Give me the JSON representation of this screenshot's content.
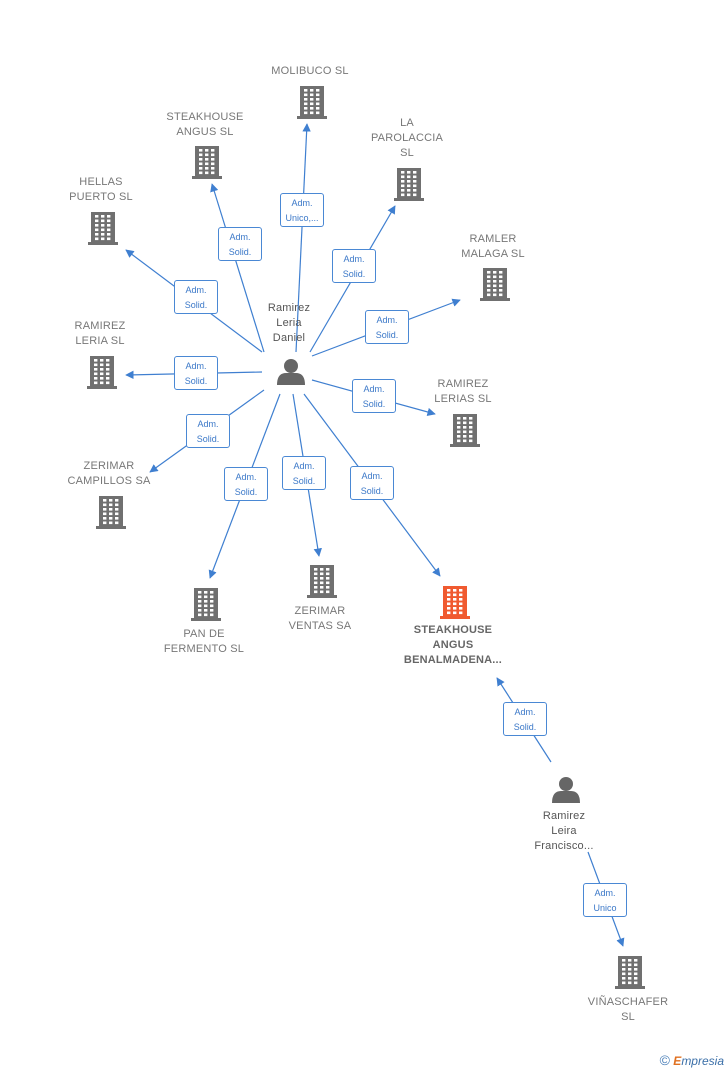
{
  "companies": [
    {
      "id": "molibuco",
      "label": "MOLIBUCO  SL"
    },
    {
      "id": "steakhouse-angus",
      "label": "STEAKHOUSE\nANGUS  SL"
    },
    {
      "id": "la-parolaccia",
      "label": "LA\nPAROLACCIA\nSL"
    },
    {
      "id": "hellas-puerto",
      "label": "HELLAS\nPUERTO SL"
    },
    {
      "id": "ramler-malaga",
      "label": "RAMLER\nMALAGA  SL"
    },
    {
      "id": "ramirez-leria",
      "label": "RAMIREZ\nLERIA  SL"
    },
    {
      "id": "ramirez-lerias",
      "label": "RAMIREZ\nLERIAS SL"
    },
    {
      "id": "zerimar-campillos",
      "label": "ZERIMAR\nCAMPILLOS SA"
    },
    {
      "id": "pan-de-fermento",
      "label": "PAN DE\nFERMENTO  SL"
    },
    {
      "id": "zerimar-ventas",
      "label": "ZERIMAR\nVENTAS SA"
    },
    {
      "id": "steakhouse-benalmadena",
      "label": "STEAKHOUSE\nANGUS\nBENALMADENA...",
      "highlight": true
    },
    {
      "id": "vinaschafer",
      "label": "VIÑASCHAFER\nSL"
    }
  ],
  "persons": [
    {
      "id": "daniel",
      "label": "Ramirez\nLeria\nDaniel"
    },
    {
      "id": "francisco",
      "label": "Ramirez\nLeira\nFrancisco..."
    }
  ],
  "edges": [
    {
      "from": "daniel",
      "to": "molibuco",
      "role": "Adm.\nUnico,..."
    },
    {
      "from": "daniel",
      "to": "steakhouse-angus",
      "role": "Adm.\nSolid."
    },
    {
      "from": "daniel",
      "to": "la-parolaccia",
      "role": "Adm.\nSolid."
    },
    {
      "from": "daniel",
      "to": "hellas-puerto",
      "role": "Adm.\nSolid."
    },
    {
      "from": "daniel",
      "to": "ramler-malaga",
      "role": "Adm.\nSolid."
    },
    {
      "from": "daniel",
      "to": "ramirez-leria",
      "role": "Adm.\nSolid."
    },
    {
      "from": "daniel",
      "to": "ramirez-lerias",
      "role": "Adm.\nSolid."
    },
    {
      "from": "daniel",
      "to": "zerimar-campillos",
      "role": "Adm.\nSolid."
    },
    {
      "from": "daniel",
      "to": "pan-de-fermento",
      "role": "Adm.\nSolid."
    },
    {
      "from": "daniel",
      "to": "zerimar-ventas",
      "role": "Adm.\nSolid."
    },
    {
      "from": "daniel",
      "to": "steakhouse-benalmadena",
      "role": "Adm.\nSolid."
    },
    {
      "from": "francisco",
      "to": "steakhouse-benalmadena",
      "role": "Adm.\nSolid."
    },
    {
      "from": "francisco",
      "to": "vinaschafer",
      "role": "Adm.\nUnico"
    }
  ],
  "colors": {
    "edge": "#3f7fd0",
    "building": "#707070",
    "highlight": "#f05a30",
    "person": "#666666"
  },
  "footer": {
    "copyright": "©",
    "brand_initial": "E",
    "brand_rest": "mpresia"
  }
}
